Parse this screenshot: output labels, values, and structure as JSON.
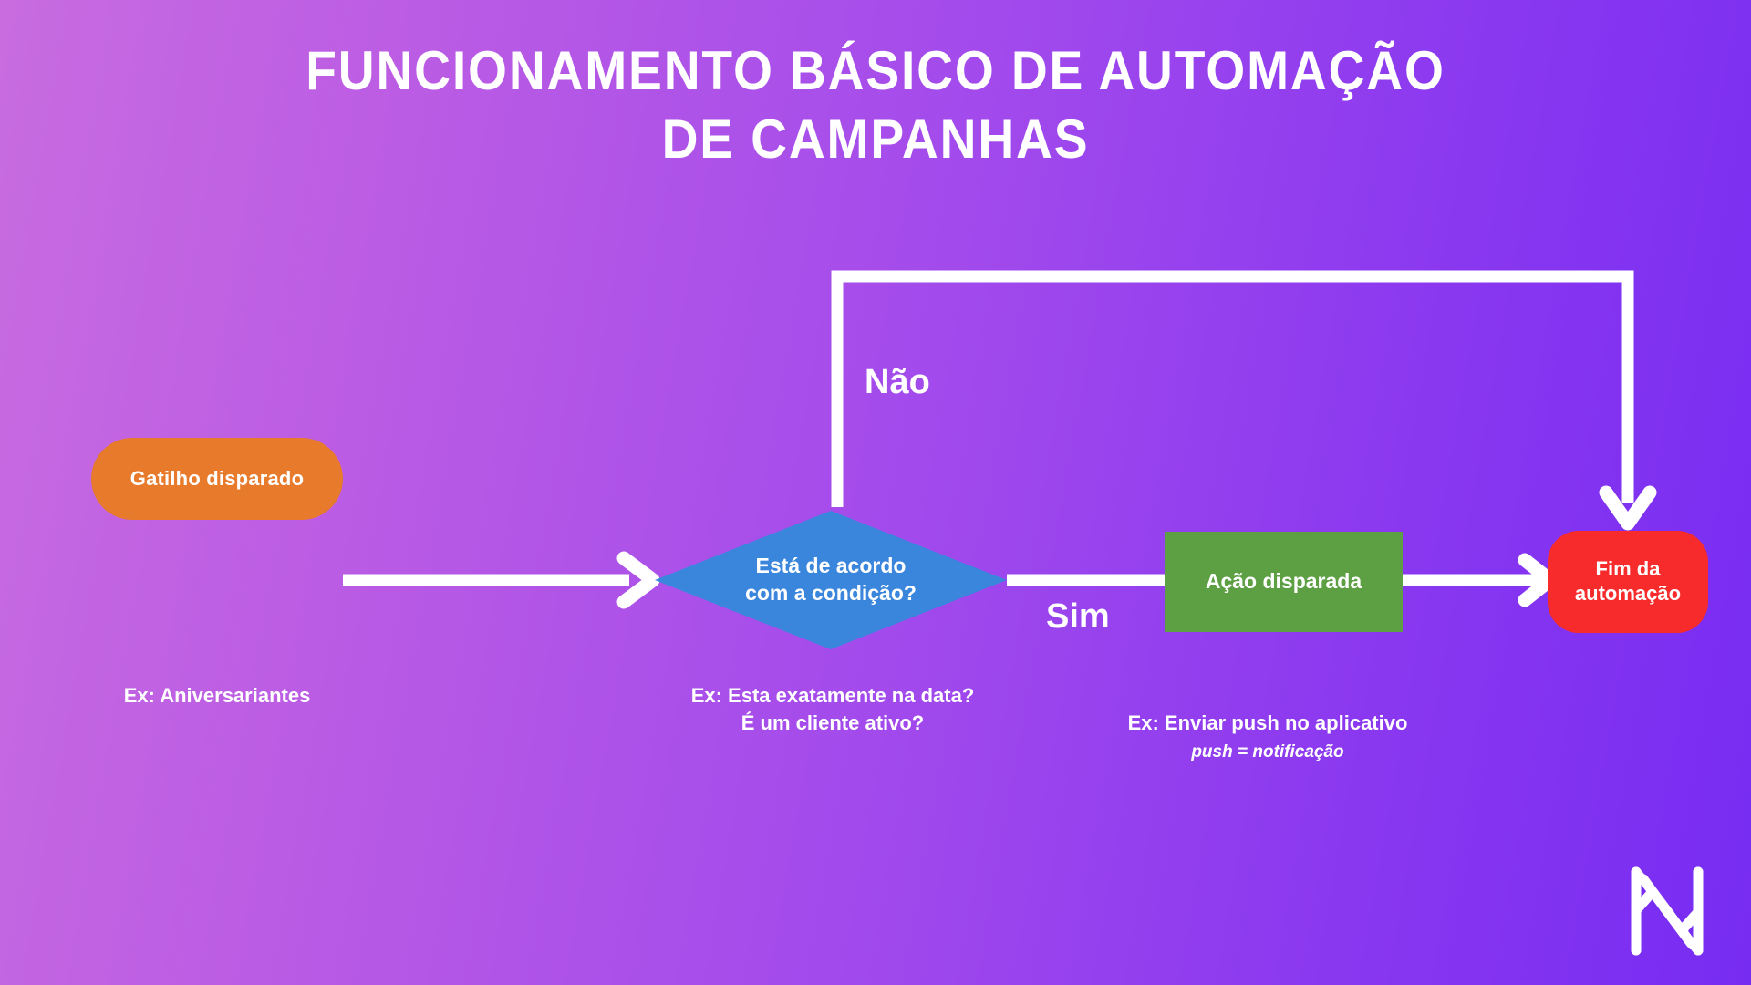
{
  "title": {
    "line1": "FUNCIONAMENTO BÁSICO DE AUTOMAÇÃO",
    "line2": "DE CAMPANHAS"
  },
  "diagram": {
    "type": "flowchart",
    "orientation": "left-to-right",
    "nodes": [
      {
        "id": "trigger",
        "label": "Gatilho disparado",
        "shape": "rounded-pill",
        "color": "#e87a2c"
      },
      {
        "id": "condition",
        "label": "Está de acordo\ncom a condição?",
        "shape": "diamond",
        "color": "#3b86dd"
      },
      {
        "id": "action",
        "label": "Ação disparada",
        "shape": "rectangle",
        "color": "#5d9f43"
      },
      {
        "id": "end",
        "label": "Fim da\nautomação",
        "shape": "rounded-rect",
        "color": "#f72b2b"
      }
    ],
    "edges": [
      {
        "from": "trigger",
        "to": "condition",
        "label": "",
        "style": "straight-arrow"
      },
      {
        "from": "condition",
        "to": "action",
        "label": "Sim",
        "style": "straight-arrow"
      },
      {
        "from": "action",
        "to": "end",
        "label": "",
        "style": "straight-arrow"
      },
      {
        "from": "condition",
        "to": "end",
        "label": "Não",
        "style": "elbow-arrow-top"
      }
    ],
    "branch_labels": {
      "no": "Não",
      "yes": "Sim"
    },
    "captions": {
      "trigger": "Ex: Aniversariantes",
      "condition": "Ex: Esta exatamente na data?\nÉ um cliente ativo?",
      "action": "Ex: Enviar push no aplicativo",
      "action_note": "push = notificação"
    }
  },
  "theme": {
    "background_from": "#c86ce0",
    "background_to": "#772cf2",
    "connector_color": "#ffffff",
    "text_color": "#ffffff"
  },
  "brand": {
    "logo_name": "n-logo"
  }
}
